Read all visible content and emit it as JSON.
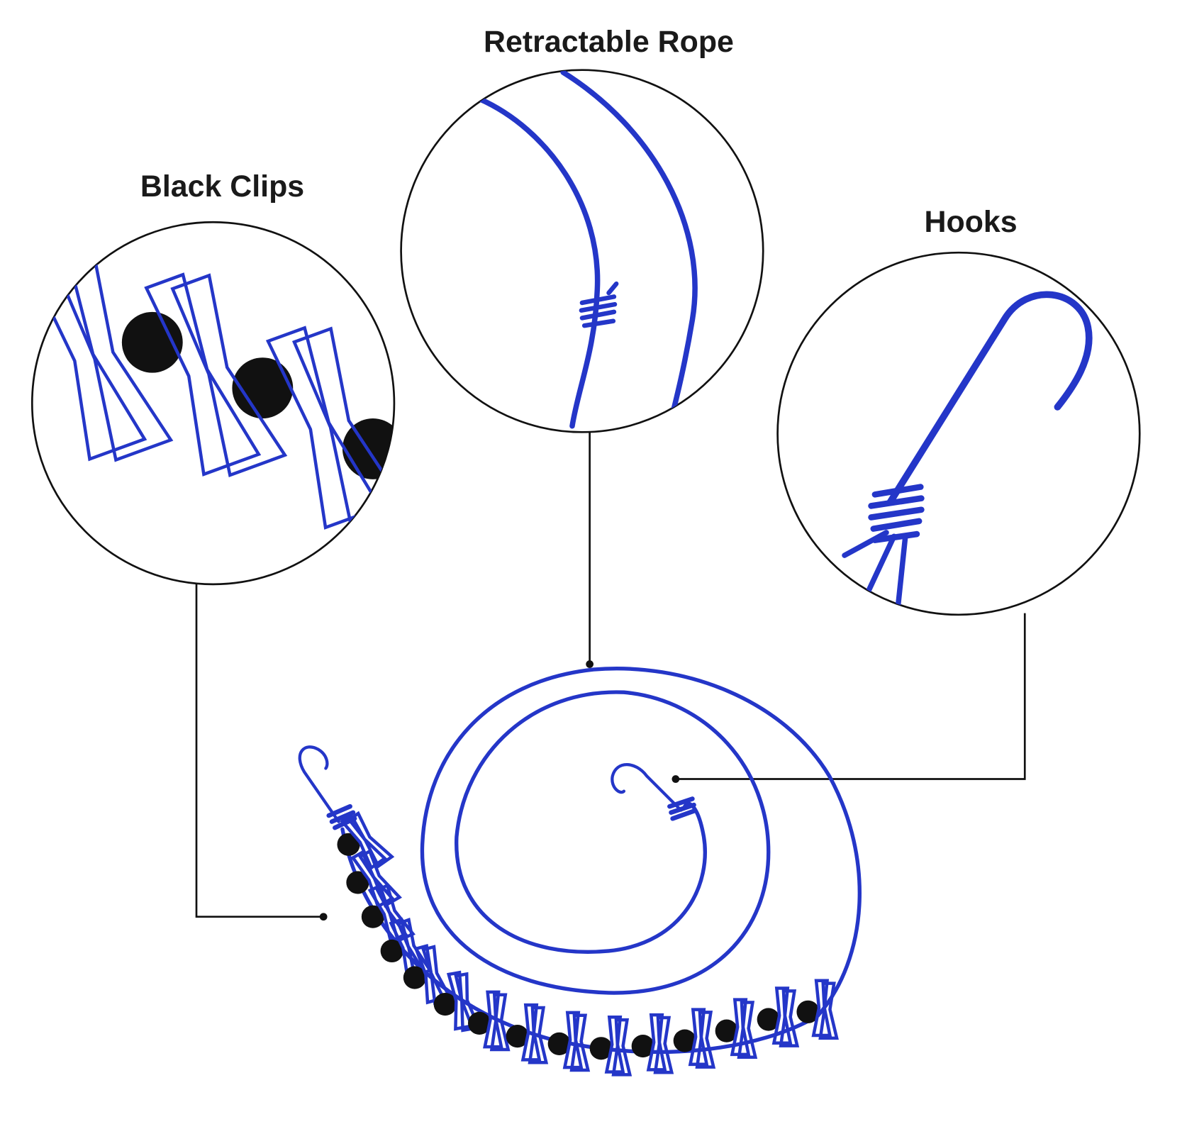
{
  "labels": {
    "retractable_rope": "Retractable Rope",
    "black_clips": "Black Clips",
    "hooks": "Hooks"
  },
  "colors": {
    "rope": "#2436c8",
    "beads": "#111111",
    "lines": "#111111"
  }
}
